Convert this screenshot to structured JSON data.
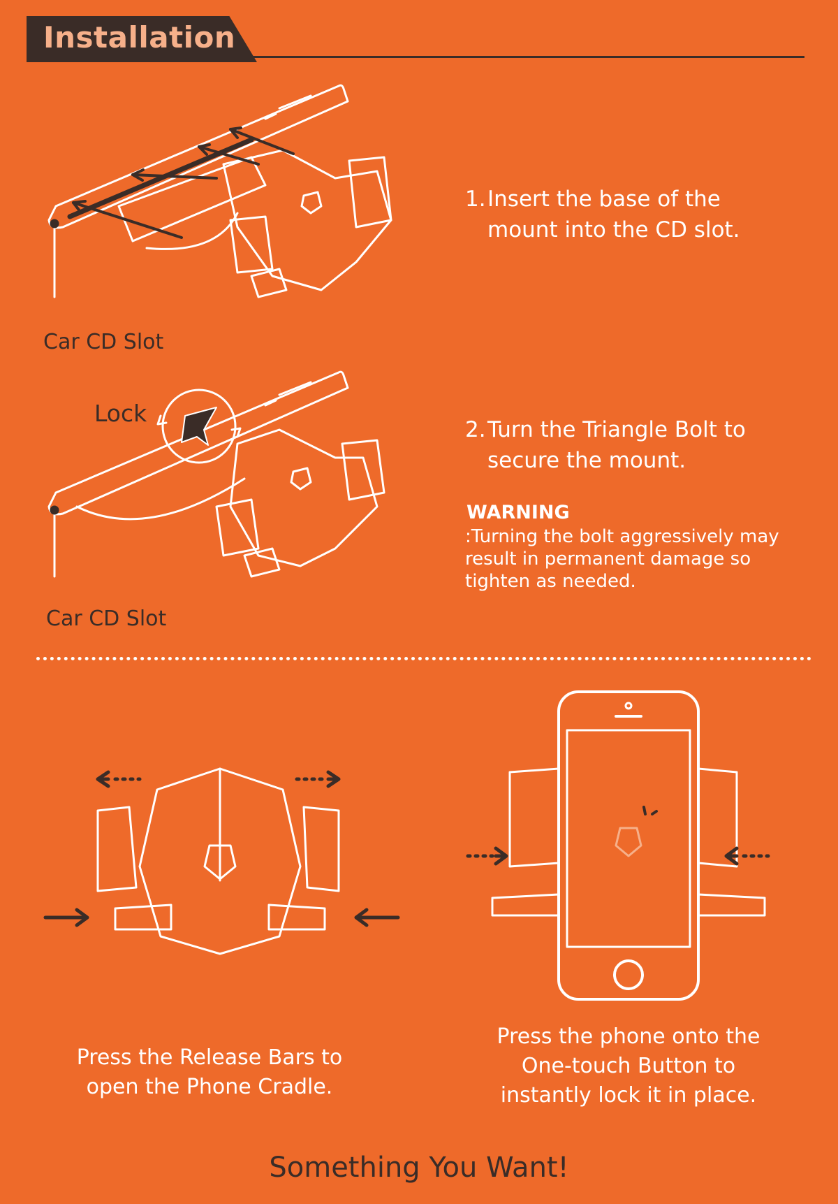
{
  "header": {
    "title": "Installation"
  },
  "step1": {
    "number": "1.",
    "line1": "Insert the base of the",
    "line2": "mount into the CD slot.",
    "slot_label": "Car CD Slot"
  },
  "step2": {
    "number": "2.",
    "line1": "Turn the Triangle Bolt to",
    "line2": "secure the mount.",
    "lock_label": "Lock",
    "slot_label": "Car CD Slot",
    "warning_title": "WARNING",
    "warning_text": ":Turning the bolt aggressively may result in permanent damage so tighten as needed."
  },
  "release": {
    "line1": "Press the Release Bars to",
    "line2": "open the Phone Cradle."
  },
  "press": {
    "line1": "Press the phone onto the",
    "line2": "One-touch Button to",
    "line3": "instantly lock it in place."
  },
  "slogan": "Something You Want!",
  "colors": {
    "background": "#ee6a2a",
    "dark": "#3a2c27",
    "header_text": "#f6b08a",
    "line": "#ffffff"
  }
}
